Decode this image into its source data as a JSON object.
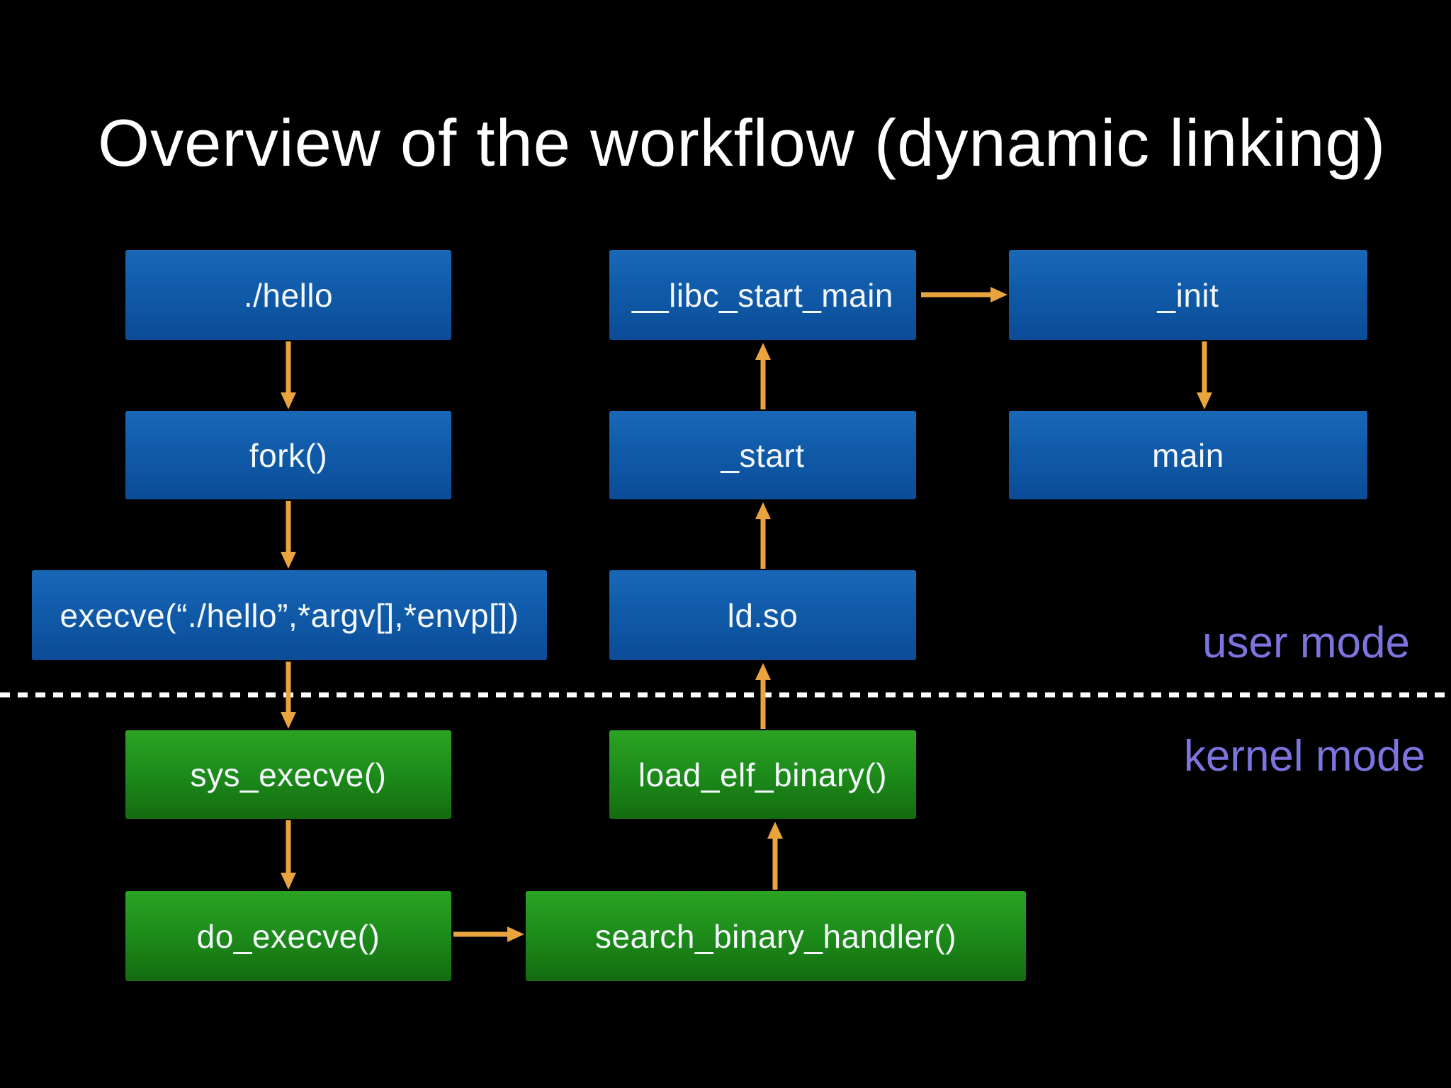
{
  "title": "Overview of the workflow (dynamic linking)",
  "regions": {
    "user_mode_label": "user mode",
    "kernel_mode_label": "kernel mode"
  },
  "nodes": {
    "hello": {
      "label": "./hello",
      "mode": "user"
    },
    "fork": {
      "label": "fork()",
      "mode": "user"
    },
    "execve": {
      "label": "execve(“./hello”,*argv[],*envp[])",
      "mode": "user"
    },
    "sys_execve": {
      "label": "sys_execve()",
      "mode": "kernel"
    },
    "do_execve": {
      "label": "do_execve()",
      "mode": "kernel"
    },
    "libc_start_main": {
      "label": "__libc_start_main",
      "mode": "user"
    },
    "start": {
      "label": "_start",
      "mode": "user"
    },
    "ldso": {
      "label": "ld.so",
      "mode": "user"
    },
    "load_elf_binary": {
      "label": "load_elf_binary()",
      "mode": "kernel"
    },
    "search_binary_handler": {
      "label": "search_binary_handler()",
      "mode": "kernel"
    },
    "init": {
      "label": "_init",
      "mode": "user"
    },
    "main": {
      "label": "main",
      "mode": "user"
    }
  },
  "edges": [
    {
      "from": "hello",
      "to": "fork"
    },
    {
      "from": "fork",
      "to": "execve"
    },
    {
      "from": "execve",
      "to": "sys_execve"
    },
    {
      "from": "sys_execve",
      "to": "do_execve"
    },
    {
      "from": "do_execve",
      "to": "search_binary_handler"
    },
    {
      "from": "search_binary_handler",
      "to": "load_elf_binary"
    },
    {
      "from": "load_elf_binary",
      "to": "ldso"
    },
    {
      "from": "ldso",
      "to": "start"
    },
    {
      "from": "start",
      "to": "libc_start_main"
    },
    {
      "from": "libc_start_main",
      "to": "init"
    },
    {
      "from": "init",
      "to": "main"
    }
  ],
  "colors": {
    "background": "#000000",
    "user_box_top": "#1968b7",
    "user_box_bottom": "#0b4c97",
    "kernel_box_top": "#2ba323",
    "kernel_box_bottom": "#136c10",
    "arrow": "#e9a43e",
    "mode_label": "#7c74df",
    "separator": "#ffffff",
    "node_text": "#f4f8fb",
    "title_text": "#ffffff"
  }
}
